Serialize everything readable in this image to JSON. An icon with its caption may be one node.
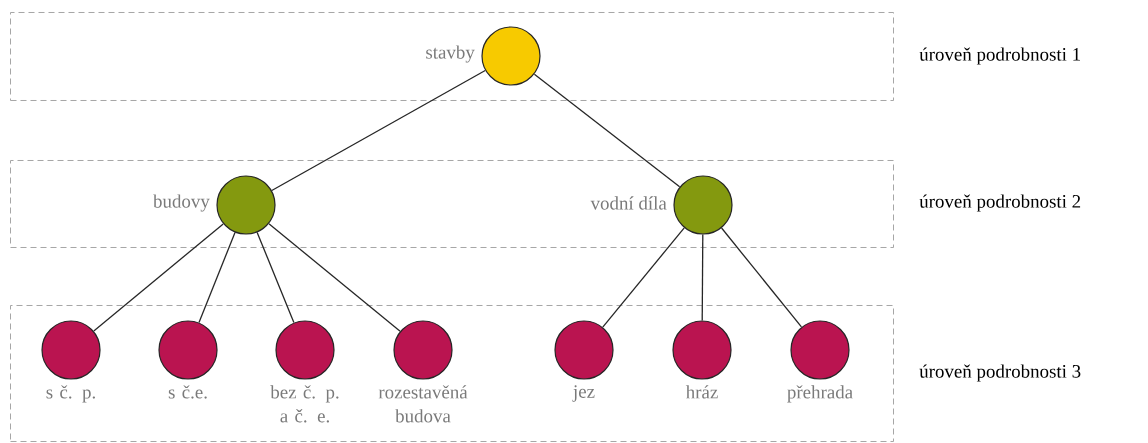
{
  "diagram": {
    "nodes": [
      {
        "text": [
          "úroveň podrobnosti 1"
        ]
      },
      {
        "text": [],
        "shape": "circle",
        "in": 0,
        "beside": [
          "stavby"
        ]
      },
      {
        "text": [
          "úroveň podrobnosti 2"
        ]
      },
      {
        "text": [],
        "shape": "circle",
        "in": 2,
        "beside": [
          "budovy"
        ]
      },
      {
        "text": [],
        "shape": "circle",
        "in": 2,
        "beside": [
          "vodní díla"
        ]
      },
      {
        "text": [
          "úroveň podrobnosti 3"
        ]
      },
      {
        "text": [],
        "shape": "circle",
        "in": 5,
        "beside": [
          "s č. p."
        ]
      },
      {
        "text": [],
        "shape": "circle",
        "in": 5,
        "beside": [
          "s č.e."
        ]
      },
      {
        "text": [],
        "shape": "circle",
        "in": 5,
        "beside": [
          "bez č. p. a č. e."
        ]
      },
      {
        "text": [],
        "shape": "circle",
        "in": 5,
        "beside": [
          "rozestavěná budova"
        ]
      },
      {
        "text": [],
        "shape": "circle",
        "in": 5,
        "beside": [
          "jez"
        ]
      },
      {
        "text": [],
        "shape": "circle",
        "in": 5,
        "beside": [
          "hráz"
        ]
      },
      {
        "text": [],
        "shape": "circle",
        "in": 5,
        "beside": [
          "přehrada"
        ]
      }
    ],
    "edges": [
      {
        "from": 1,
        "to": 3,
        "arrow": "none"
      },
      {
        "from": 1,
        "to": 4,
        "arrow": "none"
      },
      {
        "from": 3,
        "to": 6,
        "arrow": "none"
      },
      {
        "from": 3,
        "to": 7,
        "arrow": "none"
      },
      {
        "from": 3,
        "to": 8,
        "arrow": "none"
      },
      {
        "from": 3,
        "to": 9,
        "arrow": "none"
      },
      {
        "from": 4,
        "to": 10,
        "arrow": "none"
      },
      {
        "from": 4,
        "to": 11,
        "arrow": "none"
      },
      {
        "from": 4,
        "to": 12,
        "arrow": "none"
      }
    ]
  }
}
